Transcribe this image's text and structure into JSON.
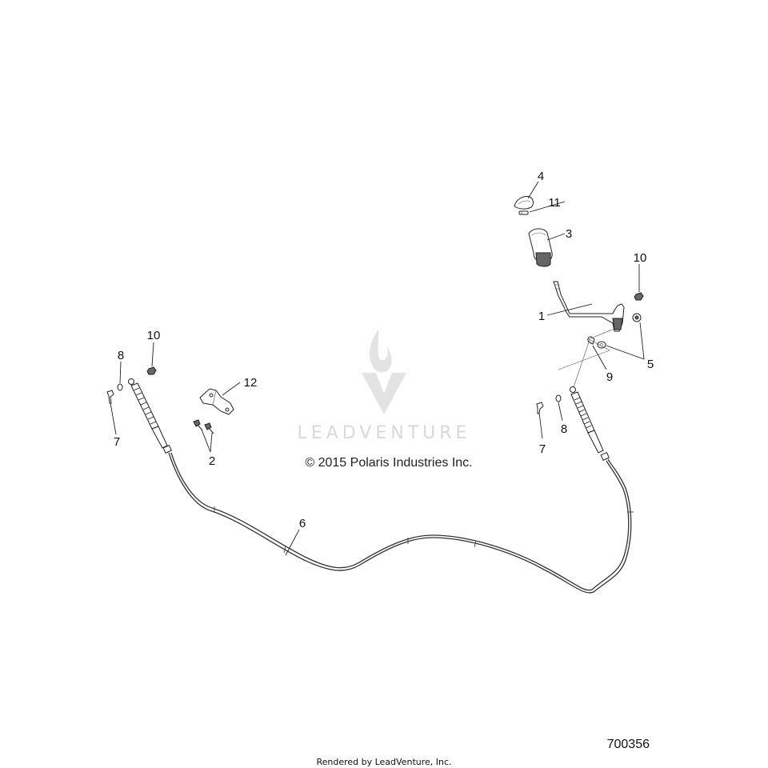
{
  "watermark": {
    "text": "LEADVENTURE"
  },
  "copyright": "© 2015 Polaris Industries Inc.",
  "figure_number": "700356",
  "footer": "Rendered by LeadVenture, Inc.",
  "callouts": {
    "c1": "1",
    "c2": "2",
    "c3": "3",
    "c4": "4",
    "c5": "5",
    "c6": "6",
    "c7a": "7",
    "c7b": "7",
    "c8a": "8",
    "c8b": "8",
    "c9": "9",
    "c10a": "10",
    "c10b": "10",
    "c11": "11",
    "c12": "12"
  }
}
